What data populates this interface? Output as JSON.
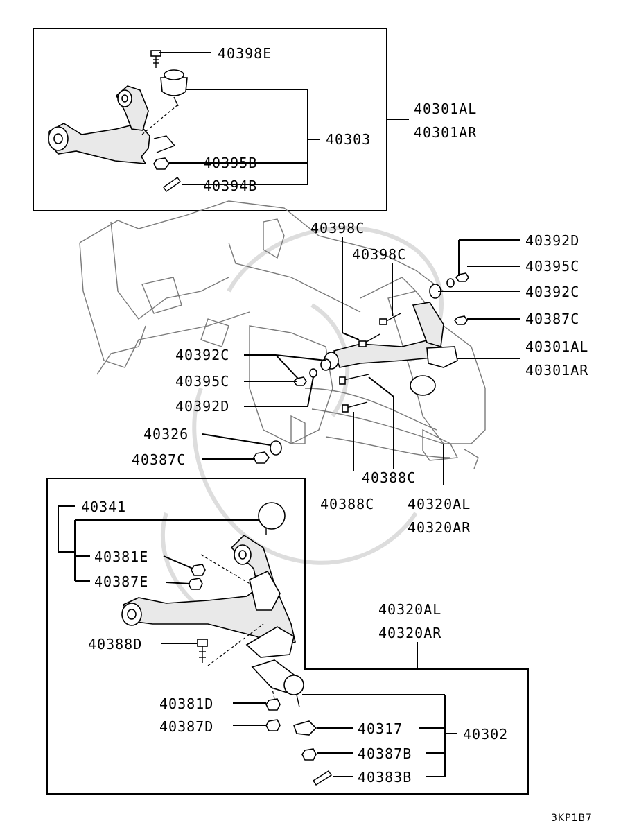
{
  "labels": {
    "l_40398E": "40398E",
    "l_40301AL_a": "40301AL",
    "l_40301AR_a": "40301AR",
    "l_40303": "40303",
    "l_40395B": "40395B",
    "l_40394B": "40394B",
    "l_40398C_a": "40398C",
    "l_40398C_b": "40398C",
    "l_40392D_a": "40392D",
    "l_40395C_a": "40395C",
    "l_40392C_a": "40392C",
    "l_40387C_a": "40387C",
    "l_40301AL_b": "40301AL",
    "l_40301AR_b": "40301AR",
    "l_40392C_b": "40392C",
    "l_40395C_b": "40395C",
    "l_40392D_b": "40392D",
    "l_40326": "40326",
    "l_40387C_b": "40387C",
    "l_40388C_a": "40388C",
    "l_40388C_b": "40388C",
    "l_40320AL_a": "40320AL",
    "l_40320AR_a": "40320AR",
    "l_40341": "40341",
    "l_40381E": "40381E",
    "l_40387E": "40387E",
    "l_40320AL_b": "40320AL",
    "l_40320AR_b": "40320AR",
    "l_40388D": "40388D",
    "l_40381D": "40381D",
    "l_40387D": "40387D",
    "l_40317": "40317",
    "l_40302": "40302",
    "l_40387B": "40387B",
    "l_40383B": "40383B"
  },
  "diagram_code": "3KP1B7"
}
